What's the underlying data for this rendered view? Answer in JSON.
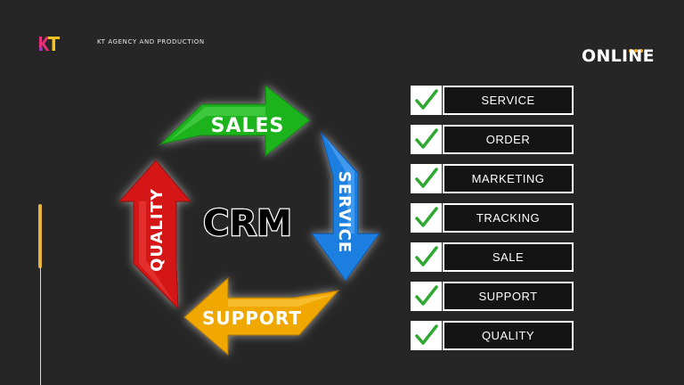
{
  "header": {
    "brand_text": "KT AGENCY AND PRODUCTION",
    "status": "ONLINE",
    "logo": "kt-logo"
  },
  "diagram": {
    "center_label": "CRM",
    "arrows": [
      {
        "label": "SALES",
        "color": "#1fb31f"
      },
      {
        "label": "SERVICE",
        "color": "#1a7fe0"
      },
      {
        "label": "SUPPORT",
        "color": "#f0a800"
      },
      {
        "label": "QUALITY",
        "color": "#d41414"
      }
    ]
  },
  "checklist": {
    "check_icon": "checkmark-icon",
    "check_color": "#2ea830",
    "items": [
      {
        "label": "SERVICE"
      },
      {
        "label": "ORDER"
      },
      {
        "label": "MARKETING"
      },
      {
        "label": "TRACKING"
      },
      {
        "label": "SALE"
      },
      {
        "label": "SUPPORT"
      },
      {
        "label": "QUALITY"
      }
    ]
  },
  "colors": {
    "background": "#262626",
    "accent": "#f5a623"
  }
}
